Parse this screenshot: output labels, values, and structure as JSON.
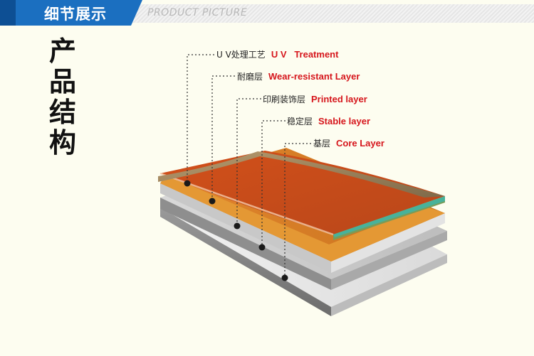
{
  "header": {
    "title": "细节展示",
    "subtitle": "PRODUCT PICTURE"
  },
  "side_title": [
    "产",
    "品",
    "结",
    "构"
  ],
  "layers": [
    {
      "cn": "U V处理工艺",
      "en": "U V   Treatment"
    },
    {
      "cn": "耐磨层",
      "en": "Wear-resistant Layer"
    },
    {
      "cn": "印刷装饰层",
      "en": "Printed layer"
    },
    {
      "cn": "稳定层",
      "en": "Stable layer"
    },
    {
      "cn": "基层",
      "en": "Core Layer"
    }
  ],
  "colors": {
    "header_blue": "#1b6fc0",
    "label_red": "#d6161c",
    "uv_layer": "#9a8058",
    "wear_layer": "#c65a1e",
    "printed_layer": "#d8792a",
    "stable_layer": "#c8c8c8",
    "core_layer": "#e8e8e8"
  }
}
